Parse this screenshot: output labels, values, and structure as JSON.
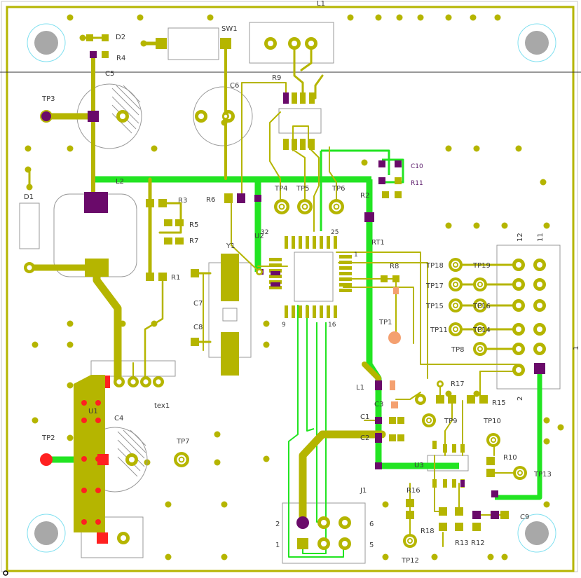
{
  "board": {
    "title_partial": "L1",
    "colors": {
      "outline": "#b5b500",
      "copper_top": "#b5b500",
      "copper_bottom": "#22e422",
      "pad_square": "#6a0a6a",
      "pad_red": "#ff2020",
      "pad_orange": "#f4a070",
      "silk": "#999999",
      "via": "#b5b500",
      "hole": "#a8a8a8",
      "mounting_ring": "#80e0f0"
    }
  },
  "labels": {
    "sw1": "SW1",
    "d2": "D2",
    "r4": "R4",
    "c5": "C5",
    "tp3": "TP3",
    "c6": "C6",
    "r9": "R9",
    "d1": "D1",
    "l2": "L2",
    "r3": "R3",
    "r5": "R5",
    "r7": "R7",
    "r1": "R1",
    "r6": "R6",
    "tp4": "TP4",
    "tp5": "TP5",
    "tp6": "TP6",
    "u2": "U2",
    "y1": "Y1",
    "c7": "C7",
    "c8": "C8",
    "c10": "C10",
    "r11": "R11",
    "r2": "R2",
    "rt1": "RT1",
    "r8": "R8",
    "tp1": "TP1",
    "pin32": "32",
    "pin25": "25",
    "pin9": "9",
    "pin16": "16",
    "pin1": "1",
    "tp18": "TP18",
    "tp17": "TP17",
    "tp15": "TP15",
    "tp11": "TP11",
    "tp8": "TP8",
    "tp16": "TP16",
    "tp19": "TP19",
    "tp14": "TP14",
    "conn_12": "12",
    "conn_11": "11",
    "conn_2": "2",
    "conn_1": "1",
    "tex1": "tex1",
    "u1": "U1",
    "c4": "C4",
    "tp2": "TP2",
    "tp7": "TP7",
    "l1": "L1",
    "c3": "C3",
    "c1": "C1",
    "c2": "C2",
    "r17": "R17",
    "r15": "R15",
    "tp9": "TP9",
    "tp10": "TP10",
    "r10": "R10",
    "u3": "U3",
    "tp13": "TP13",
    "r16": "R16",
    "r18": "R18",
    "r13": "R13",
    "r12": "R12",
    "c9": "C9",
    "tp12": "TP12",
    "j1": "J1",
    "j1_2": "2",
    "j1_6": "6",
    "j1_1": "1",
    "j1_5": "5"
  }
}
